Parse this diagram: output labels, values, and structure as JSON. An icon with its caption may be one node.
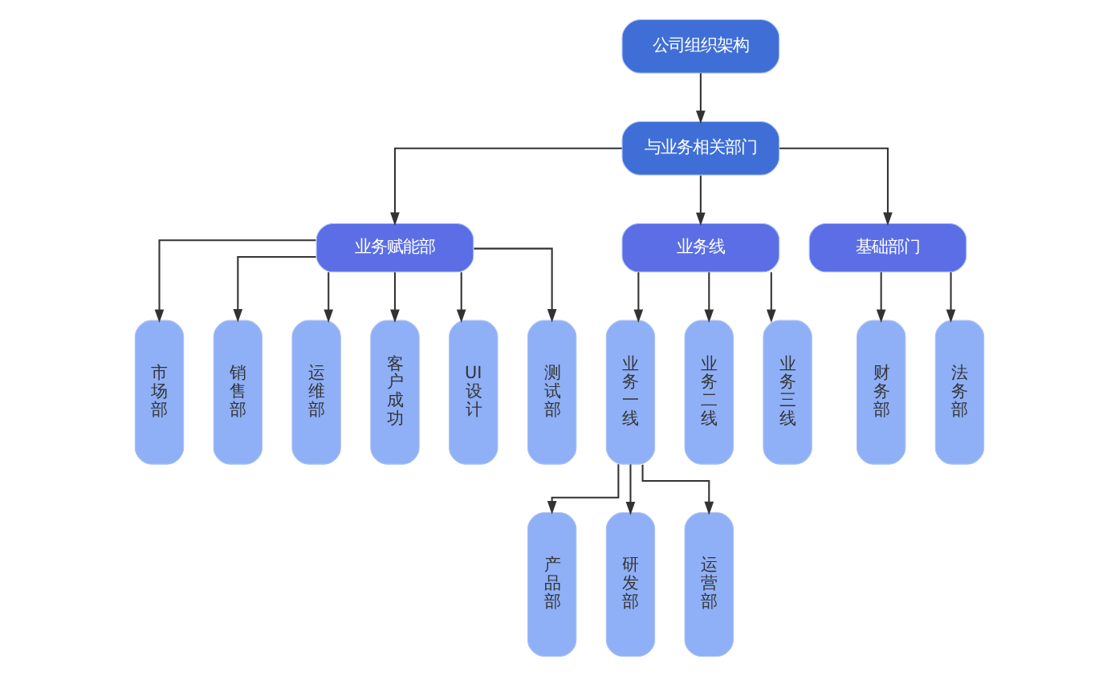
{
  "diagram": {
    "nodes": [
      {
        "text": [
          "公司组织架构"
        ]
      },
      {
        "text": [
          "与业务相关部门"
        ]
      },
      {
        "text": [
          "业务赋能部"
        ]
      },
      {
        "text": [
          "业务线"
        ]
      },
      {
        "text": [
          "基础部门"
        ]
      },
      {
        "text": [
          "市场部"
        ]
      },
      {
        "text": [
          "销售部"
        ]
      },
      {
        "text": [
          "运维部"
        ]
      },
      {
        "text": [
          "客户成功"
        ]
      },
      {
        "text": [
          "UI设计"
        ]
      },
      {
        "text": [
          "测试部"
        ]
      },
      {
        "text": [
          "业务一线"
        ]
      },
      {
        "text": [
          "业务二线"
        ]
      },
      {
        "text": [
          "业务三线"
        ]
      },
      {
        "text": [
          "产品部"
        ]
      },
      {
        "text": [
          "研发部"
        ]
      },
      {
        "text": [
          "运营部"
        ]
      },
      {
        "text": [
          "财务部"
        ]
      },
      {
        "text": [
          "法务部"
        ]
      }
    ],
    "edges": [
      {
        "from": 0,
        "to": 1,
        "arrow": "to"
      },
      {
        "from": 1,
        "to": 2,
        "arrow": "to"
      },
      {
        "from": 1,
        "to": 3,
        "arrow": "to"
      },
      {
        "from": 1,
        "to": 4,
        "arrow": "to"
      },
      {
        "from": 2,
        "to": 5,
        "arrow": "to"
      },
      {
        "from": 2,
        "to": 6,
        "arrow": "to"
      },
      {
        "from": 2,
        "to": 7,
        "arrow": "to"
      },
      {
        "from": 2,
        "to": 8,
        "arrow": "to"
      },
      {
        "from": 2,
        "to": 9,
        "arrow": "to"
      },
      {
        "from": 2,
        "to": 10,
        "arrow": "to"
      },
      {
        "from": 3,
        "to": 11,
        "arrow": "to"
      },
      {
        "from": 3,
        "to": 12,
        "arrow": "to"
      },
      {
        "from": 3,
        "to": 13,
        "arrow": "to"
      },
      {
        "from": 11,
        "to": 14,
        "arrow": "to"
      },
      {
        "from": 11,
        "to": 15,
        "arrow": "to"
      },
      {
        "from": 11,
        "to": 16,
        "arrow": "to"
      },
      {
        "from": 4,
        "to": 17,
        "arrow": "to"
      },
      {
        "from": 4,
        "to": 18,
        "arrow": "to"
      }
    ]
  }
}
